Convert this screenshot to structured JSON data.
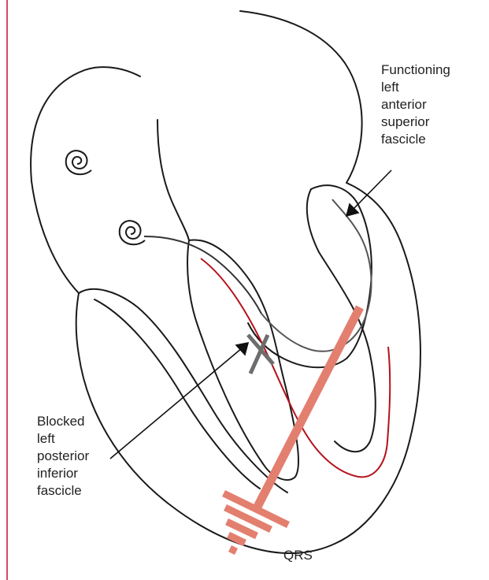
{
  "colors": {
    "outline": "#1a1a1a",
    "fascicle_blocked": "#b5121b",
    "fascicle_functioning": "#555555",
    "block_mark": "#6d6d6d",
    "qrs_vector": "#e37f6f",
    "margin_rule": "#c8102e"
  },
  "labels": {
    "functioning": [
      "Functioning",
      "left",
      "anterior",
      "superior",
      "fascicle"
    ],
    "blocked": [
      "Blocked",
      "left",
      "posterior",
      "inferior",
      "fascicle"
    ],
    "qrs": "QRS"
  },
  "icons": [
    "sa-node-spiral-icon",
    "av-node-spiral-icon",
    "block-x-icon",
    "arrow-icon"
  ]
}
